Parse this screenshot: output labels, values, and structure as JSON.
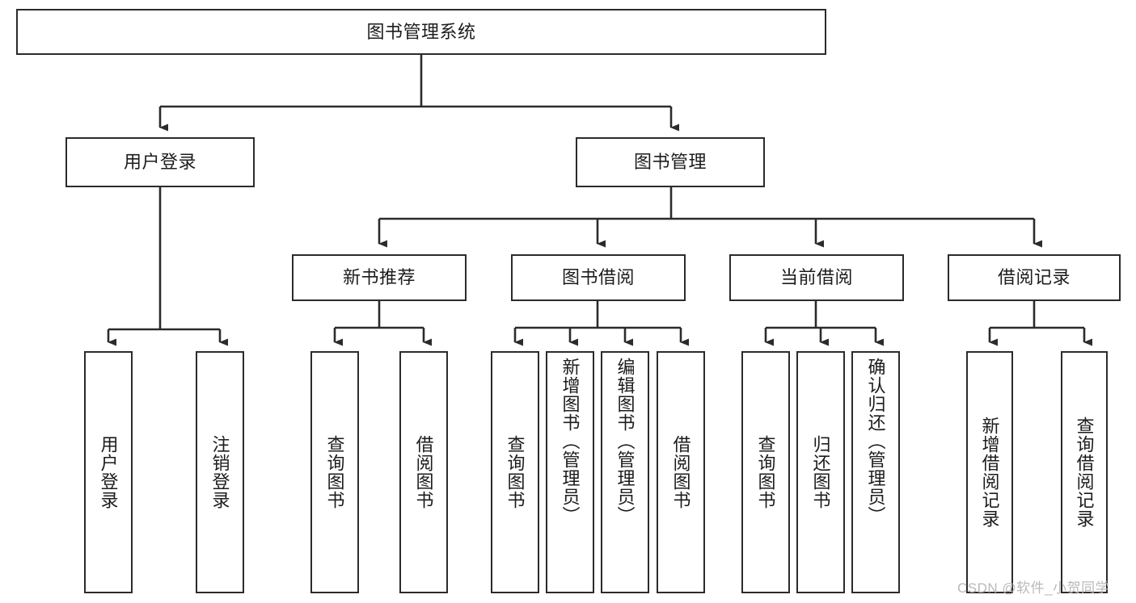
{
  "diagram": {
    "type": "tree-hierarchy",
    "title": "图书管理系统",
    "root": {
      "id": "root",
      "label": "图书管理系统"
    },
    "level2": [
      {
        "id": "user-login",
        "label": "用户登录"
      },
      {
        "id": "book-manage",
        "label": "图书管理"
      }
    ],
    "level3": [
      {
        "id": "new-book-recommend",
        "label": "新书推荐",
        "parent": "book-manage"
      },
      {
        "id": "book-borrow",
        "label": "图书借阅",
        "parent": "book-manage"
      },
      {
        "id": "current-borrow",
        "label": "当前借阅",
        "parent": "book-manage"
      },
      {
        "id": "borrow-record",
        "label": "借阅记录",
        "parent": "book-manage"
      }
    ],
    "leaves": [
      {
        "id": "leaf-user-login",
        "label": "用户登录",
        "parent": "user-login"
      },
      {
        "id": "leaf-logout",
        "label": "注销登录",
        "parent": "user-login"
      },
      {
        "id": "leaf-query-book-1",
        "label": "查询图书",
        "parent": "new-book-recommend"
      },
      {
        "id": "leaf-borrow-book-1",
        "label": "借阅图书",
        "parent": "new-book-recommend"
      },
      {
        "id": "leaf-query-book-2",
        "label": "查询图书",
        "parent": "book-borrow"
      },
      {
        "id": "leaf-add-book",
        "label": "新增图书（管理员）",
        "parent": "book-borrow"
      },
      {
        "id": "leaf-edit-book",
        "label": "编辑图书（管理员）",
        "parent": "book-borrow"
      },
      {
        "id": "leaf-borrow-book-2",
        "label": "借阅图书",
        "parent": "book-borrow"
      },
      {
        "id": "leaf-query-book-3",
        "label": "查询图书",
        "parent": "current-borrow"
      },
      {
        "id": "leaf-return-book",
        "label": "归还图书",
        "parent": "current-borrow"
      },
      {
        "id": "leaf-confirm-return",
        "label": "确认归还（管理员）",
        "parent": "current-borrow"
      },
      {
        "id": "leaf-add-record",
        "label": "新增借阅记录",
        "parent": "borrow-record"
      },
      {
        "id": "leaf-query-record",
        "label": "查询借阅记录",
        "parent": "borrow-record"
      }
    ],
    "watermark": "CSDN @软件_小贺同学",
    "colors": {
      "stroke": "#2b2b2b",
      "background": "#ffffff",
      "text": "#1c1c1c",
      "watermark": "#b9b9b9"
    }
  }
}
